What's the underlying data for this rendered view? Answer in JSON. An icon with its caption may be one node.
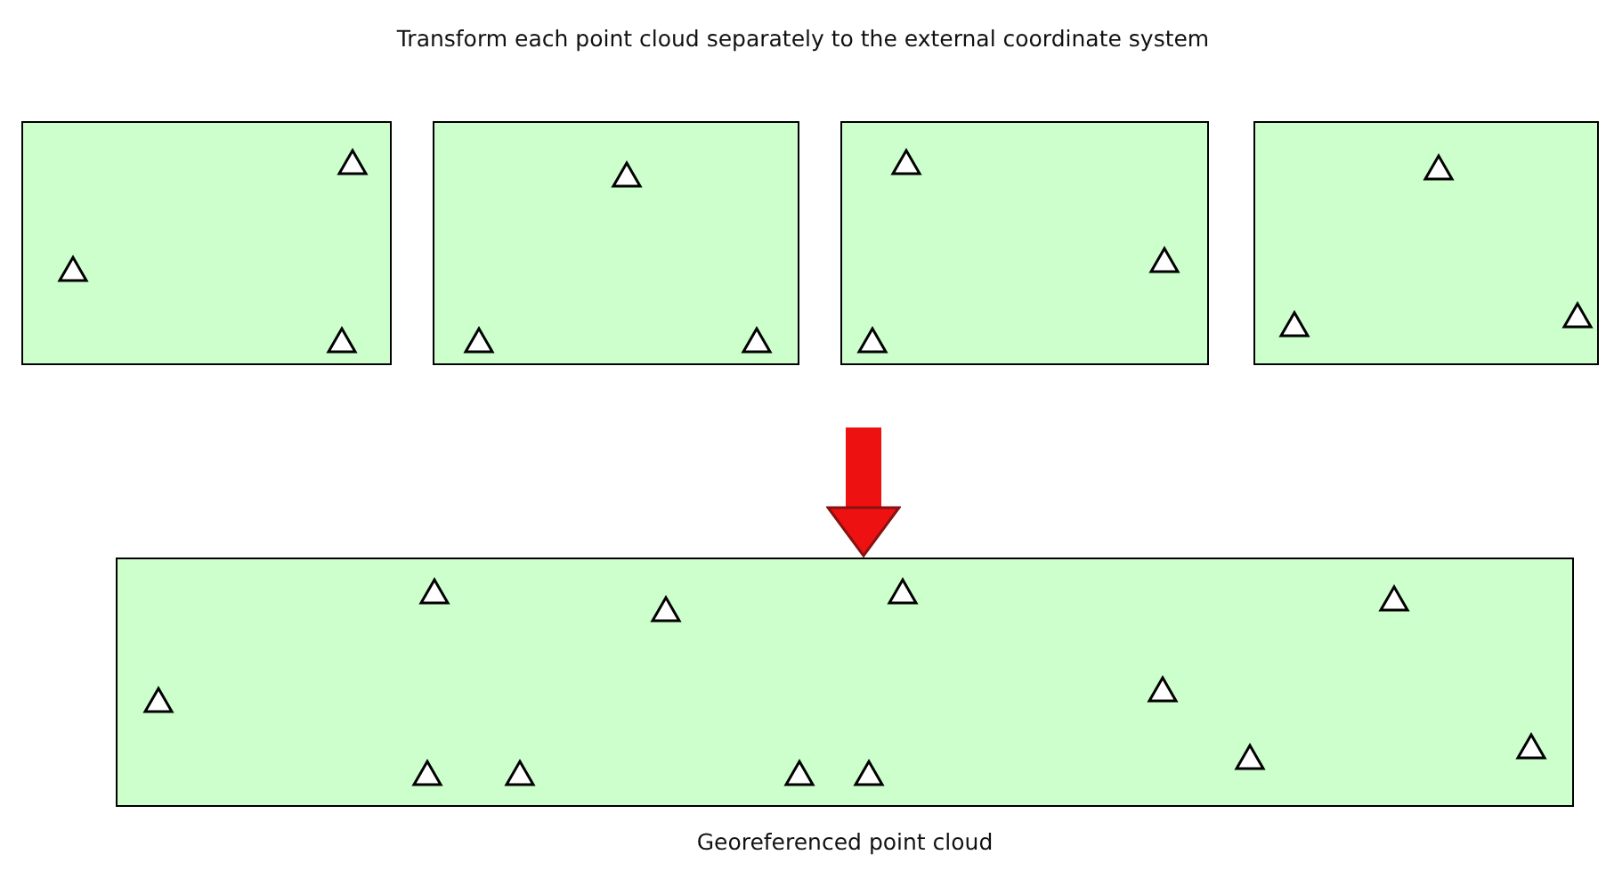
{
  "diagram": {
    "title": "Transform each point cloud separately to the external coordinate system",
    "nodes": [
      {
        "text": [],
        "shape": "box"
      },
      {
        "text": [],
        "shape": "box"
      },
      {
        "text": [],
        "shape": "box"
      },
      {
        "text": [],
        "shape": "box"
      },
      {
        "text": [
          "Georeferenced point cloud"
        ]
      }
    ],
    "edges": [
      {
        "from": null,
        "to": 4,
        "arrow": "to"
      }
    ]
  }
}
